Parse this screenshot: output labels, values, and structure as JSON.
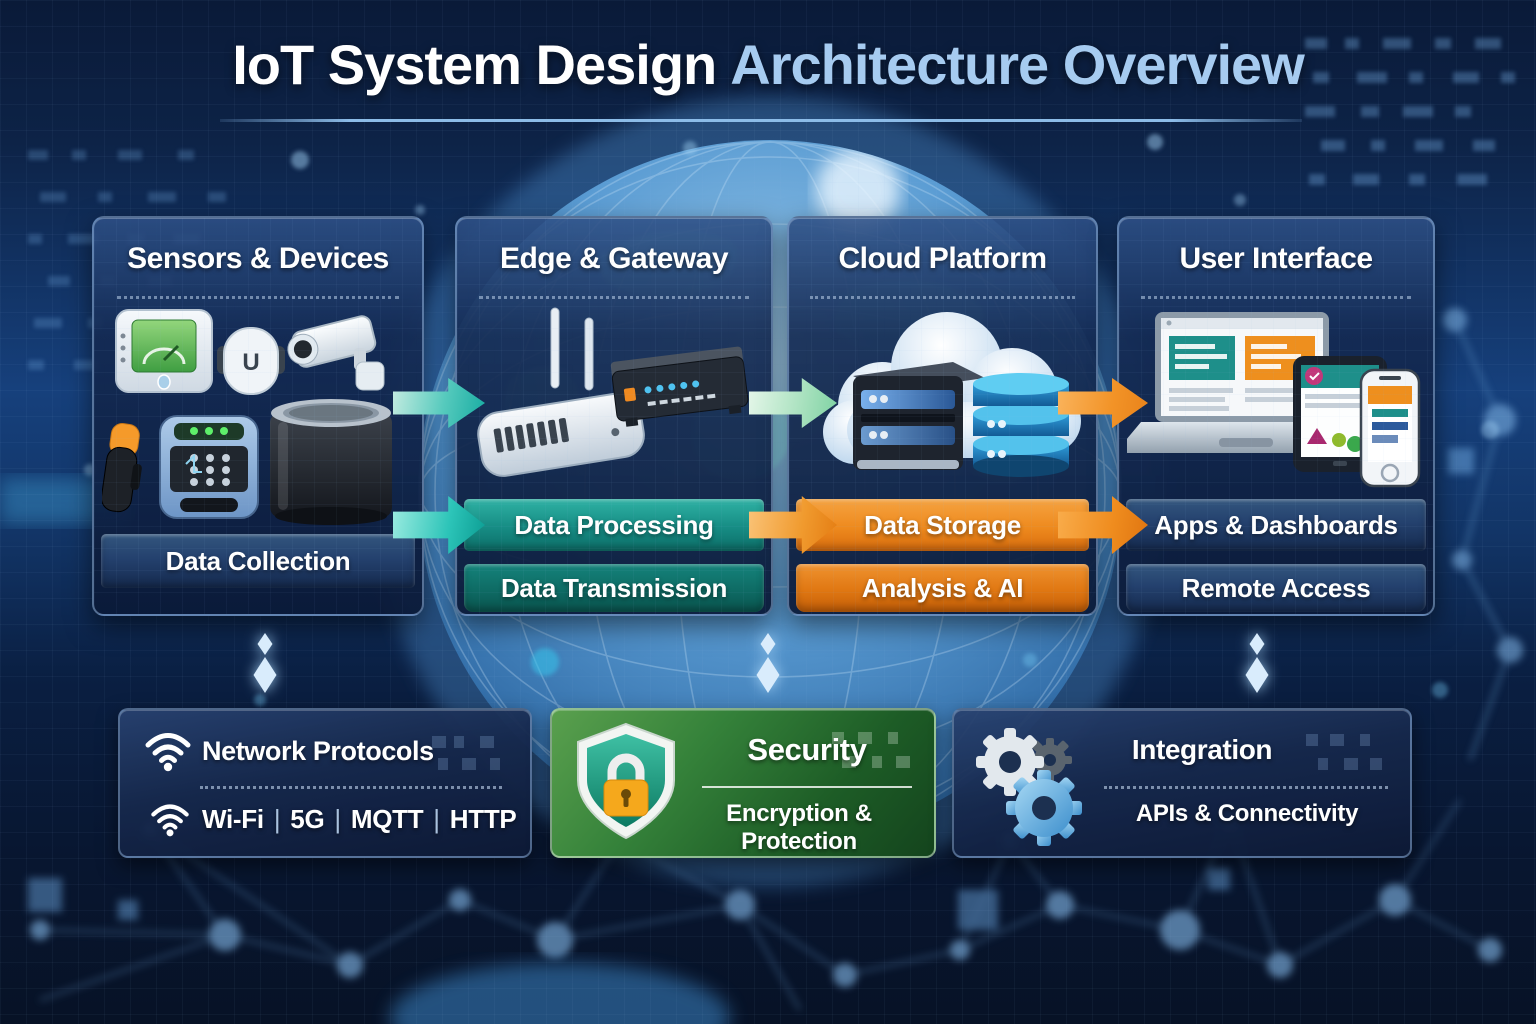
{
  "title": {
    "main": "IoT System Design",
    "accent": "Architecture Overview"
  },
  "columns": [
    {
      "heading": "Sensors & Devices",
      "banners": [
        "Data Collection"
      ],
      "device_label": "U",
      "icons": [
        "thermostat-icon",
        "motion-sensor-icon",
        "security-camera-icon",
        "smart-plug-icon",
        "keypad-icon",
        "smart-speaker-icon"
      ]
    },
    {
      "heading": "Edge & Gateway",
      "banners": [
        "Data Processing",
        "Data Transmission"
      ],
      "icons": [
        "router-icon",
        "gateway-box-icon"
      ]
    },
    {
      "heading": "Cloud Platform",
      "banners": [
        "Data Storage",
        "Analysis & AI"
      ],
      "icons": [
        "cloud-icon",
        "server-rack-icon",
        "database-stack-icon"
      ]
    },
    {
      "heading": "User Interface",
      "banners": [
        "Apps & Dashboards",
        "Remote Access"
      ],
      "icons": [
        "laptop-icon",
        "tablet-icon",
        "smartphone-icon"
      ]
    }
  ],
  "footer": {
    "network": {
      "title": "Network Protocols",
      "items": [
        "Wi-Fi",
        "5G",
        "MQTT",
        "HTTP"
      ],
      "separator": "|",
      "icon": "wifi-icon"
    },
    "security": {
      "title": "Security",
      "subtitle": "Encryption & Protection",
      "icon": "shield-lock-icon"
    },
    "integration": {
      "title": "Integration",
      "subtitle": "APIs & Connectivity",
      "icon": "gears-icon"
    }
  },
  "colors": {
    "background_navy": "#0d2347",
    "accent_text_blue": "#a6cbf0",
    "card_border": "#91b4dc",
    "banner_navy": "#24416e",
    "banner_teal": "#168c84",
    "banner_teal_dark": "#0e6b64",
    "banner_orange": "#ee8a1e",
    "security_green": "#35823a",
    "arrow_teal": "#17aca2",
    "arrow_mint": "#aee3c2",
    "arrow_orange": "#f09a2e",
    "diamond_connector": "#d9ecfc"
  }
}
